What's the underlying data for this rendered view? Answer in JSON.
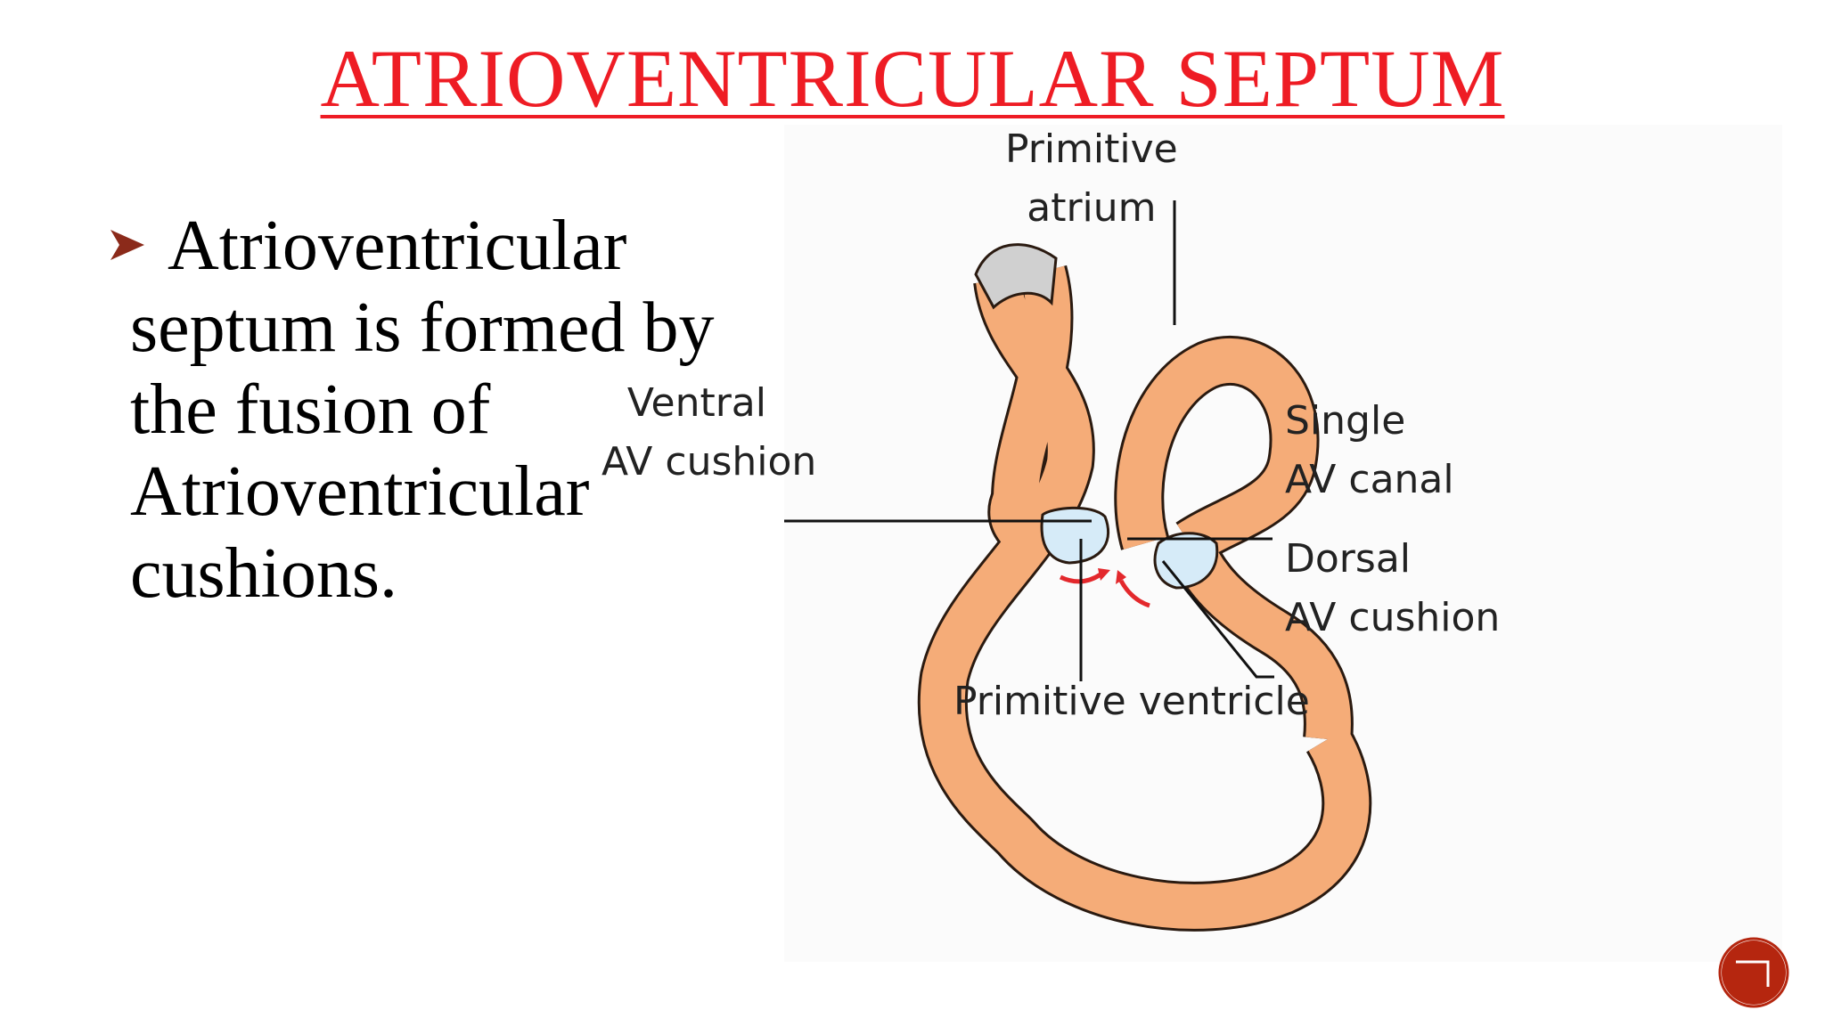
{
  "slide": {
    "title": "ATRIOVENTRICULAR SEPTUM",
    "bullet": "Atrioventricular septum is formed by the fusion of Atrioventricular cushions.",
    "bullet_icon": "arrowhead-bullet-icon",
    "colors": {
      "title": "#ee1c24",
      "bullet_icon": "#8b2a1a",
      "nav_badge": "#b5260f"
    }
  },
  "diagram": {
    "labels": {
      "primitive_atrium": [
        "Primitive",
        "atrium"
      ],
      "ventral_av_cushion": [
        "Ventral",
        "AV cushion"
      ],
      "single_av_canal": [
        "Single",
        "AV canal"
      ],
      "dorsal_av_cushion": [
        "Dorsal",
        "AV cushion"
      ],
      "primitive_ventricle": [
        "Primitive ventricle"
      ]
    },
    "colors": {
      "heart_wall": "#f5ac78",
      "heart_outline": "#2a1a10",
      "cushion": "#d6ebf8",
      "cap": "#d0d0d0",
      "arrow": "#e3282c"
    }
  }
}
